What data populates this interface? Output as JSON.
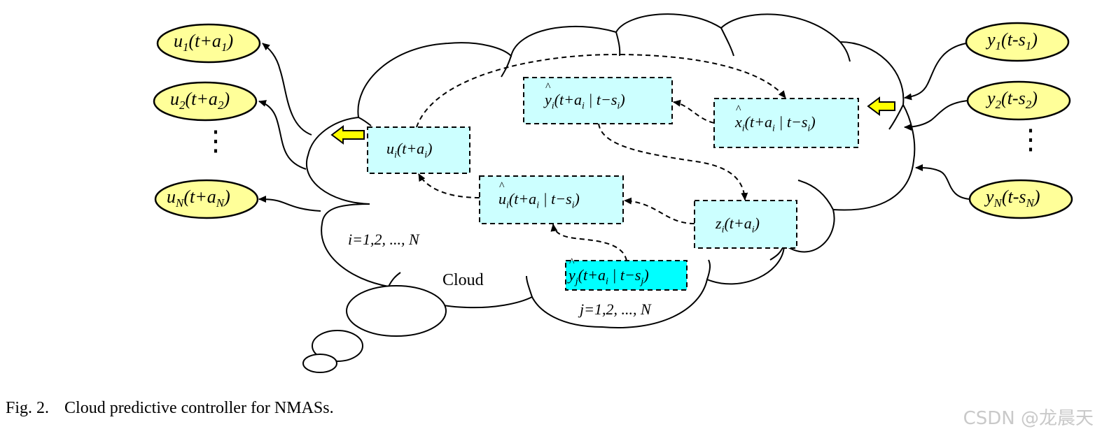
{
  "caption": {
    "fig_no": "Fig. 2.",
    "text": "Cloud predictive controller for NMASs."
  },
  "watermark": "CSDN @龙晨天",
  "cloud": {
    "label": "Cloud",
    "index_i": "i=1,2, ..., N",
    "index_j": "j=1,2, ..., N"
  },
  "outputs": {
    "u1": {
      "base": "u",
      "sub": "1",
      "mid": "(t+a",
      "sub2": "1",
      "end": ")"
    },
    "u2": {
      "base": "u",
      "sub": "2",
      "mid": "(t+a",
      "sub2": "2",
      "end": ")"
    },
    "dots": "⋮",
    "uN": {
      "base": "u",
      "sub": "N",
      "mid": "(t+a",
      "sub2": "N",
      "end": ")"
    }
  },
  "inputs": {
    "y1": {
      "base": "y",
      "sub": "1",
      "mid": "(t-s",
      "sub2": "1",
      "end": ")"
    },
    "y2": {
      "base": "y",
      "sub": "2",
      "mid": "(t-s",
      "sub2": "2",
      "end": ")"
    },
    "dots": "⋮",
    "yN": {
      "base": "y",
      "sub": "N",
      "mid": "(t-s",
      "sub2": "N",
      "end": ")"
    }
  },
  "boxes": {
    "u_i": {
      "base": "u",
      "sub": "i",
      "rest": "(t+a",
      "sub2": "i",
      "end": ")"
    },
    "y_hat_i": {
      "base": "y",
      "sub": "i",
      "rest": "(t+a",
      "sub2": "i",
      "mid": " | t−s",
      "sub3": "i",
      "end": ")"
    },
    "x_hat_i": {
      "base": "x",
      "sub": "i",
      "rest": "(t+a",
      "sub2": "i",
      "mid": " | t−s",
      "sub3": "i",
      "end": ")"
    },
    "u_hat_i": {
      "base": "u",
      "sub": "i",
      "rest": "(t+a",
      "sub2": "i",
      "mid": " | t−s",
      "sub3": "i",
      "end": ")"
    },
    "z_i": {
      "base": "z",
      "sub": "i",
      "rest": "(t+a",
      "sub2": "i",
      "end": ")"
    },
    "y_hat_j": {
      "base": "y",
      "sub": "j",
      "rest": "(t+a",
      "sub2": "i",
      "mid": " | t−s",
      "sub3": "j",
      "end": ")"
    }
  },
  "colors": {
    "ellipse_fill": "#ffff99",
    "box_fill": "#ccffff",
    "box_highlight_fill": "#00ffff",
    "arrow_fill": "#ffff00",
    "stroke": "#000000"
  }
}
